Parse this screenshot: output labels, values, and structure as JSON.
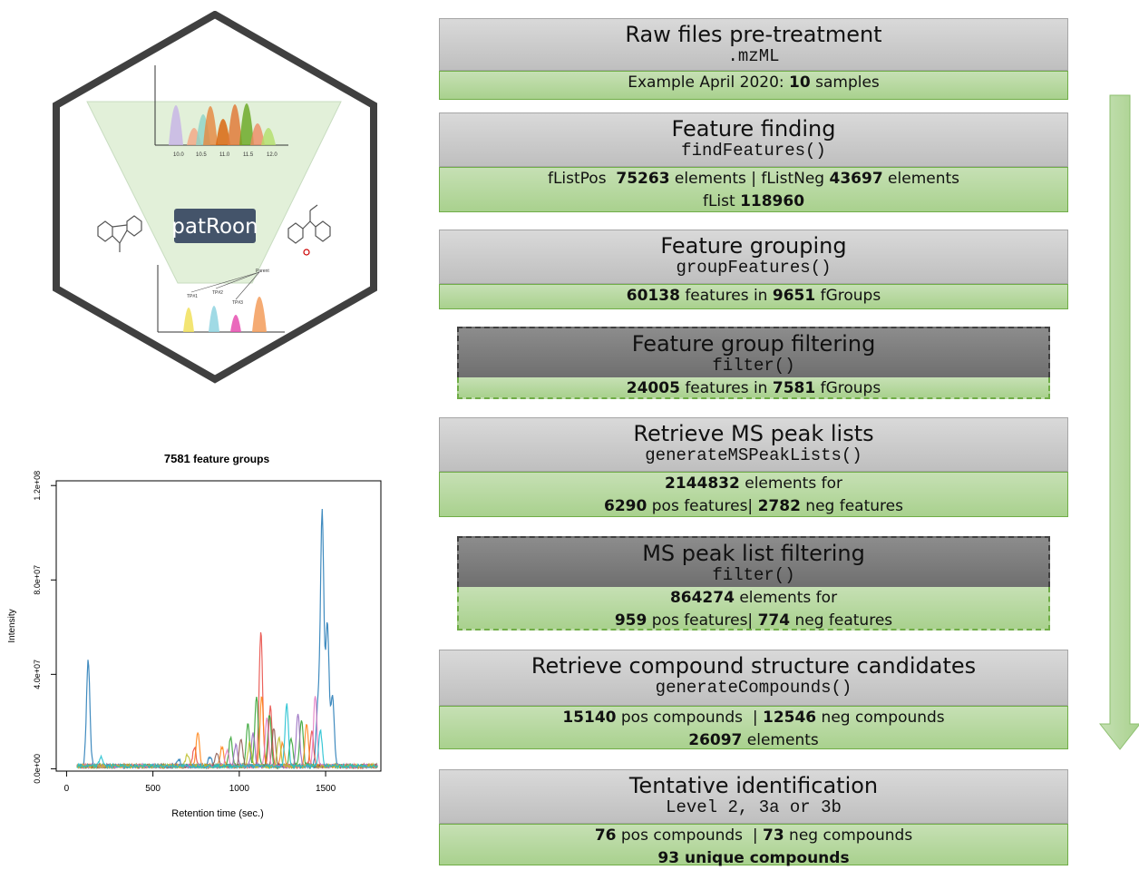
{
  "logo": {
    "brand_text": "patRoon",
    "colors": {
      "hex_border": "#404040",
      "funnel": "#e2f0d9"
    }
  },
  "steps": [
    {
      "title": "Raw files pre-treatment",
      "code": ".mzML",
      "lines": [
        [
          [
            "Example April 2020: ",
            false
          ],
          [
            "10",
            true
          ],
          [
            " samples",
            false
          ]
        ]
      ]
    },
    {
      "title": "Feature finding",
      "code": "findFeatures()",
      "lines": [
        [
          [
            "fListPos  ",
            false
          ],
          [
            "75263",
            true
          ],
          [
            " elements | fListNeg ",
            false
          ],
          [
            "43697",
            true
          ],
          [
            " elements",
            false
          ]
        ],
        [
          [
            "fList ",
            false
          ],
          [
            "118960",
            true
          ]
        ]
      ]
    },
    {
      "title": "Feature grouping",
      "code": "groupFeatures()",
      "lines": [
        [
          [
            "60138",
            true
          ],
          [
            " features in ",
            false
          ],
          [
            "9651",
            true
          ],
          [
            " fGroups",
            false
          ]
        ]
      ]
    },
    {
      "title": "Feature group filtering",
      "code": "filter()",
      "dashed": true,
      "lines": [
        [
          [
            "24005",
            true
          ],
          [
            " features in ",
            false
          ],
          [
            "7581",
            true
          ],
          [
            " fGroups",
            false
          ]
        ]
      ]
    },
    {
      "title": "Retrieve  MS peak lists",
      "code": "generateMSPeakLists()",
      "lines": [
        [
          [
            "2144832",
            true
          ],
          [
            " elements for",
            false
          ]
        ],
        [
          [
            "6290",
            true
          ],
          [
            " pos features| ",
            false
          ],
          [
            "2782",
            true
          ],
          [
            " neg features",
            false
          ]
        ]
      ]
    },
    {
      "title": "MS peak list filtering",
      "code": "filter()",
      "dashed": true,
      "lines": [
        [
          [
            "864274",
            true
          ],
          [
            " elements for",
            false
          ]
        ],
        [
          [
            "959",
            true
          ],
          [
            " pos features| ",
            false
          ],
          [
            "774",
            true
          ],
          [
            " neg features",
            false
          ]
        ]
      ]
    },
    {
      "title": "Retrieve  compound structure candidates",
      "code": "generateCompounds()",
      "lines": [
        [
          [
            "15140",
            true
          ],
          [
            " pos compounds  | ",
            false
          ],
          [
            "12546",
            true
          ],
          [
            " neg compounds",
            false
          ]
        ],
        [
          [
            "26097",
            true
          ],
          [
            " elements",
            false
          ]
        ]
      ]
    },
    {
      "title": "Tentative identification",
      "code": "Level 2, 3a or 3b",
      "lines": [
        [
          [
            "76",
            true
          ],
          [
            " pos compounds  | ",
            false
          ],
          [
            "73",
            true
          ],
          [
            " neg compounds",
            false
          ]
        ],
        [
          [
            "93 unique compounds",
            true
          ]
        ]
      ]
    }
  ],
  "chart_data": {
    "type": "line",
    "title": "7581 feature groups",
    "title_number": "7581",
    "title_rest": " feature groups",
    "xlabel": "Retention time (sec.)",
    "ylabel": "Intensity",
    "xticks": [
      0,
      500,
      1000,
      1500
    ],
    "xtick_labels": [
      "0",
      "500",
      "1000",
      "1500"
    ],
    "yticks": [
      0,
      40000000,
      80000000,
      120000000
    ],
    "ytick_labels": [
      "0.0e+00",
      "4.0e+07",
      "8.0e+07",
      "1.2e+08"
    ],
    "xlim": [
      -60,
      1820
    ],
    "ylim": [
      -1000000,
      122000000
    ],
    "series": [
      {
        "color": "#1f77b4",
        "peaks": [
          [
            125,
            45000000
          ],
          [
            1480,
            107000000
          ],
          [
            1510,
            60000000
          ],
          [
            1540,
            30000000
          ],
          [
            1455,
            25000000
          ],
          [
            650,
            3000000
          ],
          [
            830,
            4000000
          ]
        ]
      },
      {
        "color": "#e8463f",
        "peaks": [
          [
            1125,
            57000000
          ],
          [
            1180,
            25000000
          ],
          [
            1420,
            15000000
          ],
          [
            740,
            8000000
          ]
        ]
      },
      {
        "color": "#2ca02c",
        "peaks": [
          [
            1100,
            30000000
          ],
          [
            1175,
            22000000
          ],
          [
            1360,
            20000000
          ],
          [
            950,
            12000000
          ],
          [
            1050,
            18000000
          ],
          [
            1300,
            12000000
          ]
        ]
      },
      {
        "color": "#ff7f0e",
        "peaks": [
          [
            760,
            14000000
          ],
          [
            1130,
            30000000
          ],
          [
            900,
            8000000
          ],
          [
            1250,
            10000000
          ],
          [
            1390,
            18000000
          ]
        ]
      },
      {
        "color": "#9467bd",
        "peaks": [
          [
            1340,
            22000000
          ],
          [
            1080,
            14000000
          ],
          [
            980,
            9000000
          ]
        ]
      },
      {
        "color": "#8c564b",
        "peaks": [
          [
            1200,
            16000000
          ],
          [
            1010,
            12000000
          ],
          [
            870,
            6000000
          ]
        ]
      },
      {
        "color": "#e377c2",
        "peaks": [
          [
            1160,
            20000000
          ],
          [
            1440,
            30000000
          ],
          [
            930,
            7000000
          ]
        ]
      },
      {
        "color": "#bcbd22",
        "peaks": [
          [
            1230,
            12000000
          ],
          [
            1060,
            10000000
          ],
          [
            700,
            5000000
          ]
        ]
      },
      {
        "color": "#17becf",
        "peaks": [
          [
            1275,
            26000000
          ],
          [
            1470,
            15000000
          ],
          [
            200,
            4000000
          ]
        ]
      }
    ]
  }
}
